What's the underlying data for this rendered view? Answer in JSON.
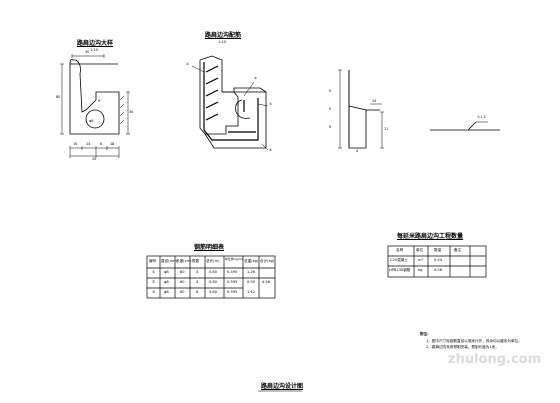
{
  "drawing_title": "路肩边沟设计图",
  "views": {
    "general": {
      "title": "路肩边沟大样",
      "scale": "1:10"
    },
    "rebar": {
      "title": "路肩边沟配筋",
      "scale": "1:10"
    }
  },
  "dims": {
    "g_left": "80",
    "g_top": "30",
    "g_r": "R",
    "g_phi": "φ6",
    "g_right": "30",
    "g_b1": "10",
    "g_b2": "14",
    "g_b3": "6",
    "g_b4": "18",
    "g_b5": "20",
    "r_n1": "①",
    "r_n2": "②",
    "r_n3": "③",
    "r_n4": "④",
    "c_h1": "14",
    "c_h2": "11",
    "c_s1": "9",
    "c_s2": "9",
    "c_s3": "9",
    "c_l": "4",
    "slope": "1:1.5"
  },
  "rebar_table": {
    "title": "钢筋明细表",
    "headers": [
      "编号",
      "直径(mm)",
      "长度(cm)",
      "根数",
      "总长(m)",
      "单位重(kg/m)",
      "总重(kg)",
      "合计(kg)"
    ],
    "rows": [
      [
        "①",
        "φ8",
        "80",
        "4",
        "0.80",
        "0.395",
        "1.26",
        ""
      ],
      [
        "②",
        "φ8",
        "60",
        "4",
        "0.60",
        "0.395",
        "0.95",
        "4.56"
      ],
      [
        "③",
        "φ8",
        "60",
        "6",
        "3.60",
        "0.395",
        "1.42",
        ""
      ]
    ]
  },
  "qty_table": {
    "title": "每延米路肩边沟工程数量",
    "headers": [
      "名称",
      "单位",
      "数量",
      "备注"
    ],
    "rows": [
      [
        "C25混凝土",
        "m³",
        "0.44",
        ""
      ],
      [
        "HPB235钢筋",
        "kg",
        "4.56",
        ""
      ]
    ]
  },
  "notes": {
    "heading": "附注：",
    "items": [
      "1、图中尺寸除钢筋直径以毫米计外，其余均以厘米为单位。",
      "2、路肩边沟采用预制安装，预制长度为1米。"
    ]
  },
  "watermark": "zhulong.com"
}
